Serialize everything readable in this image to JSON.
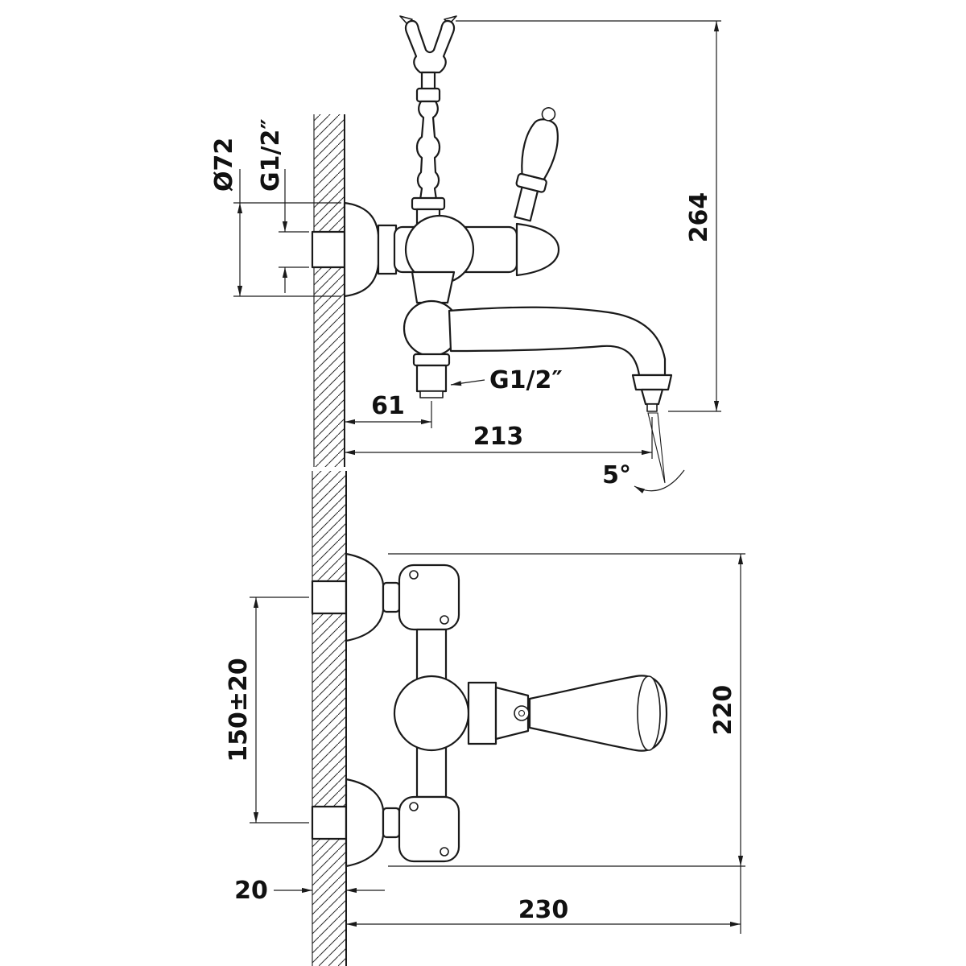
{
  "drawing": {
    "background": "#ffffff",
    "line_color": "#1a1a1a",
    "views": {
      "side": {
        "dims": {
          "flange_diameter": "Ø72",
          "wall_connection_thread": "G1/2″",
          "overall_height": "264",
          "hose_outlet_offset": "61",
          "spout_reach": "213",
          "hose_outlet_thread": "G1/2″",
          "spout_angle": "5°"
        }
      },
      "front": {
        "dims": {
          "mounting_centers": "150±20",
          "body_height": "220",
          "wall_thickness": "20",
          "overall_width": "230"
        }
      }
    }
  }
}
